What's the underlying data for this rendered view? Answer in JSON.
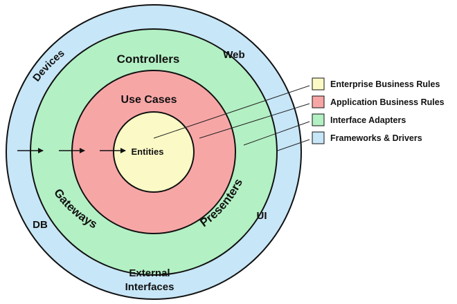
{
  "layers": [
    {
      "id": "frameworks",
      "color": "#c7e6f7",
      "labels": [
        "Devices",
        "Web",
        "DB",
        "UI",
        "External",
        "Interfaces"
      ]
    },
    {
      "id": "adapters",
      "color": "#b3f0c4",
      "labels": [
        "Controllers",
        "Gateways",
        "Presenters"
      ]
    },
    {
      "id": "usecases",
      "color": "#f7a6a6",
      "labels": [
        "Use Cases"
      ]
    },
    {
      "id": "entities",
      "color": "#fbfac6",
      "labels": [
        "Entities"
      ]
    }
  ],
  "legend": [
    {
      "label": "Enterprise Business Rules",
      "color": "#fbfac6"
    },
    {
      "label": "Application Business Rules",
      "color": "#f7a6a6"
    },
    {
      "label": "Interface Adapters",
      "color": "#b3f0c4"
    },
    {
      "label": "Frameworks & Drivers",
      "color": "#c7e6f7"
    }
  ]
}
